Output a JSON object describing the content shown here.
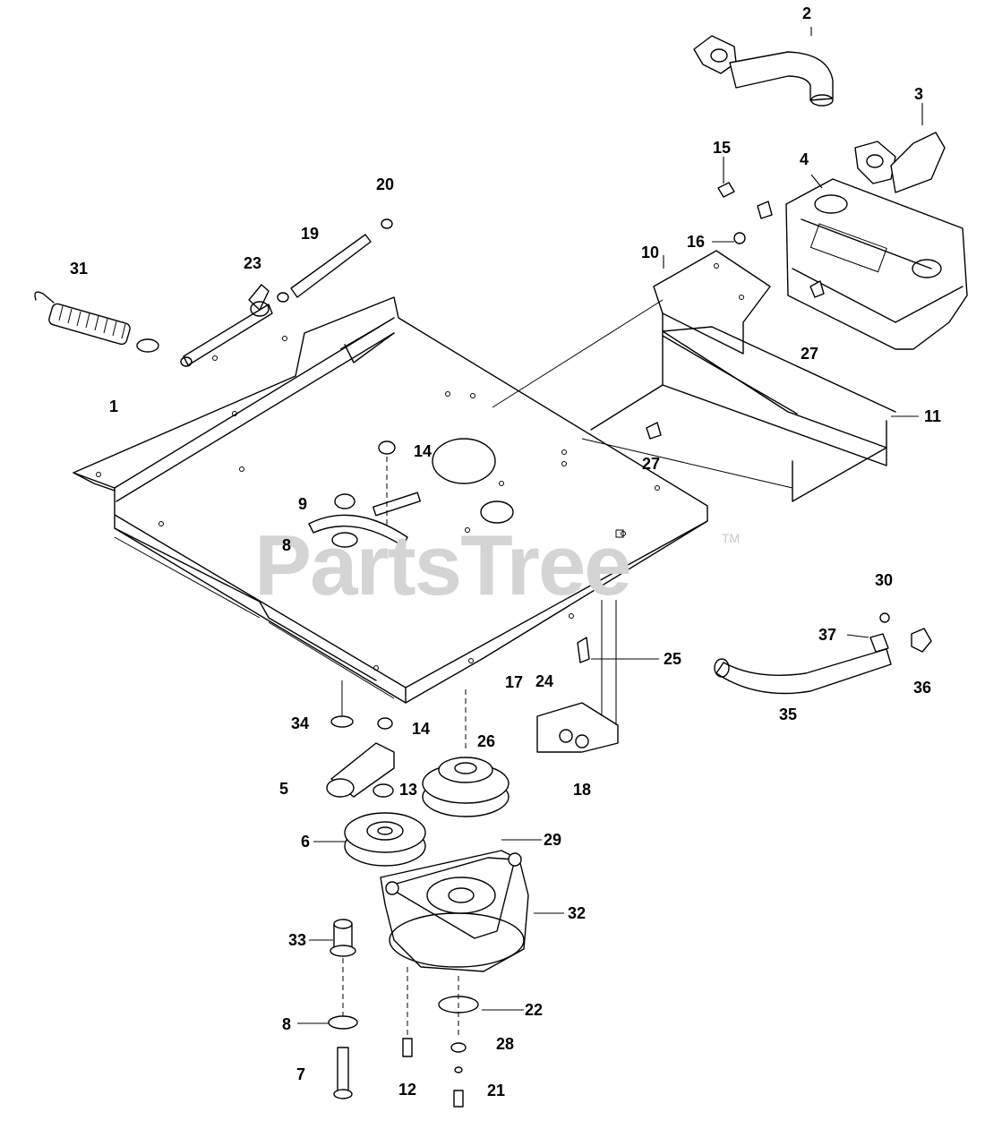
{
  "watermark": {
    "brand": "PartsTree",
    "trademark": "TM"
  },
  "callouts": {
    "c1": "1",
    "c2": "2",
    "c3": "3",
    "c4": "4",
    "c5": "5",
    "c6": "6",
    "c7": "7",
    "c8a": "8",
    "c8b": "8",
    "c9": "9",
    "c10": "10",
    "c11": "11",
    "c12": "12",
    "c13": "13",
    "c14a": "14",
    "c14b": "14",
    "c15": "15",
    "c16": "16",
    "c17": "17",
    "c18": "18",
    "c19": "19",
    "c20": "20",
    "c21": "21",
    "c22": "22",
    "c23": "23",
    "c24": "24",
    "c25": "25",
    "c26": "26",
    "c27a": "27",
    "c27b": "27",
    "c28": "28",
    "c29": "29",
    "c30": "30",
    "c31": "31",
    "c32": "32",
    "c33": "33",
    "c34": "34",
    "c35": "35",
    "c36": "36",
    "c37": "37"
  }
}
